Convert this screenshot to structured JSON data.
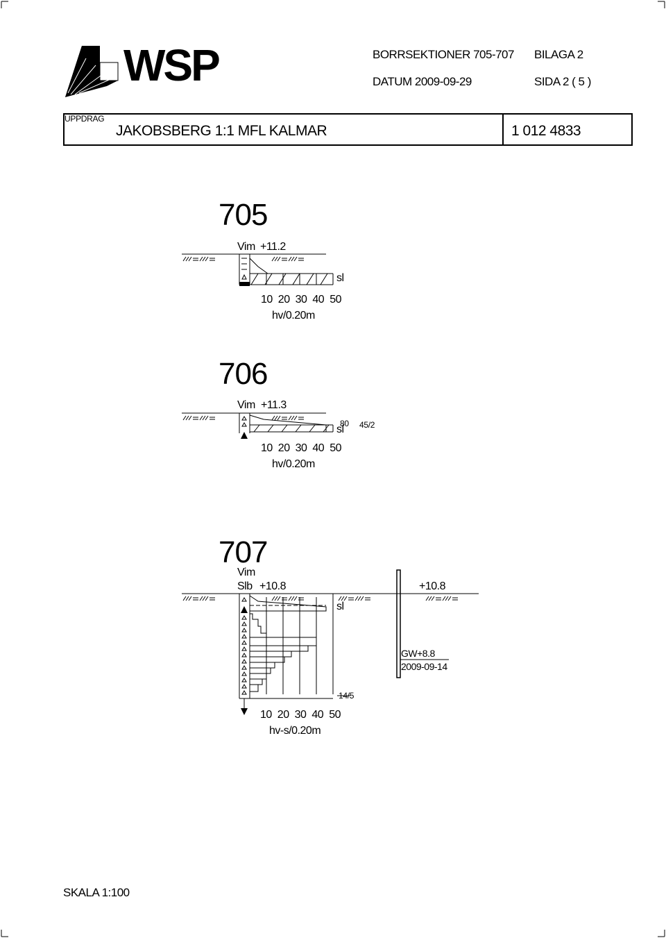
{
  "header": {
    "logo_text": "WSP",
    "title": "BORRSEKTIONER 705-707",
    "date": "DATUM 2009-09-29",
    "appendix": "BILAGA 2",
    "page": "SIDA 2 ( 5 )"
  },
  "assignment": {
    "label": "UPPDRAG",
    "name": "JAKOBSBERG 1:1 MFL  KALMAR",
    "number": "1 012 4833"
  },
  "sections": [
    {
      "id": "705",
      "method": "Vim",
      "level": "+11.2",
      "stop": "sl",
      "axis_ticks": [
        "10",
        "20",
        "30",
        "40",
        "50"
      ],
      "axis_unit": "hv/0.20m"
    },
    {
      "id": "706",
      "method": "Vim",
      "level": "+11.3",
      "value": "80",
      "stop": "sl",
      "note": "45/2",
      "axis_ticks": [
        "10",
        "20",
        "30",
        "40",
        "50"
      ],
      "axis_unit": "hv/0.20m"
    },
    {
      "id": "707",
      "method": "Vim",
      "method2": "Slb",
      "level": "+10.8",
      "stop": "sl",
      "note": "14/5",
      "axis_ticks": [
        "10",
        "20",
        "30",
        "40",
        "50"
      ],
      "axis_unit": "hv-s/0.20m"
    }
  ],
  "groundwater": {
    "level": "+10.8",
    "gw": "GW+8.8",
    "date": "2009-09-14"
  },
  "footer": {
    "scale": "SKALA 1:100"
  },
  "colors": {
    "ink": "#000000",
    "paper": "#ffffff"
  }
}
